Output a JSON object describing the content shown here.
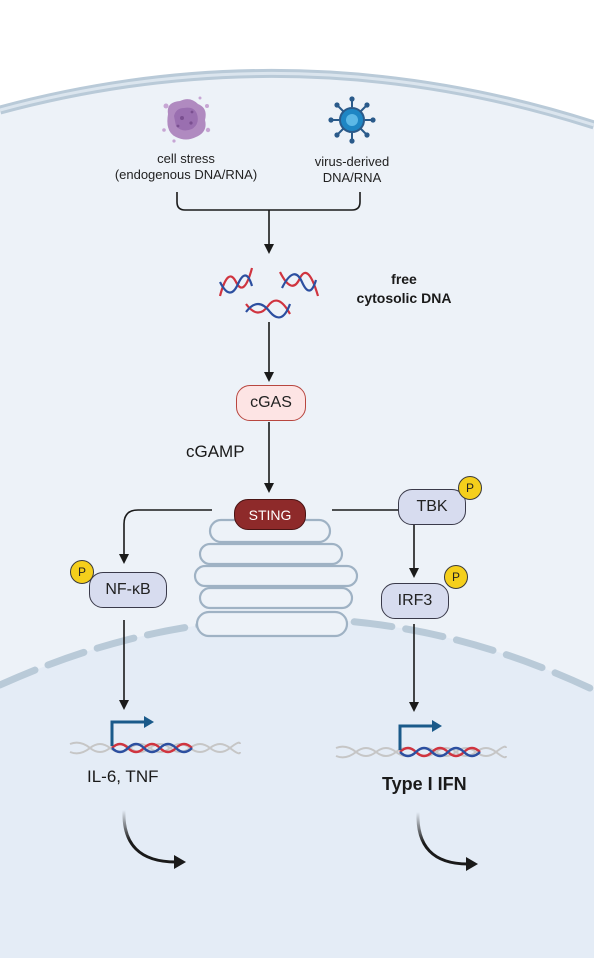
{
  "inputs": {
    "cell_stress": {
      "line1": "cell stress",
      "line2": "(endogenous DNA/RNA)"
    },
    "virus": {
      "line1": "virus-derived",
      "line2": "DNA/RNA"
    }
  },
  "dna_label": {
    "line1": "free",
    "line2": "cytosolic DNA"
  },
  "nodes": {
    "cgas": "cGAS",
    "sting": "STING",
    "tbk": "TBK",
    "nfkb": "NF-κB",
    "irf3": "IRF3"
  },
  "messenger": "cGAMP",
  "phospho_symbol": "P",
  "outputs": {
    "left": "IL-6, TNF",
    "right": "Type I IFN"
  },
  "colors": {
    "cytoplasm": "#edf2f8",
    "nucleus": "#e4ecf6",
    "membrane": "#b9cad8",
    "cgas_fill": "#fde4e4",
    "cgas_stroke": "#b8463f",
    "sting_fill": "#8e2a2a",
    "protein_fill": "#d7dcef",
    "phospho": "#f5cf1b",
    "dna_red": "#d0343f",
    "dna_blue": "#2c4fa0",
    "promoter_arrow": "#1a5a8a"
  }
}
